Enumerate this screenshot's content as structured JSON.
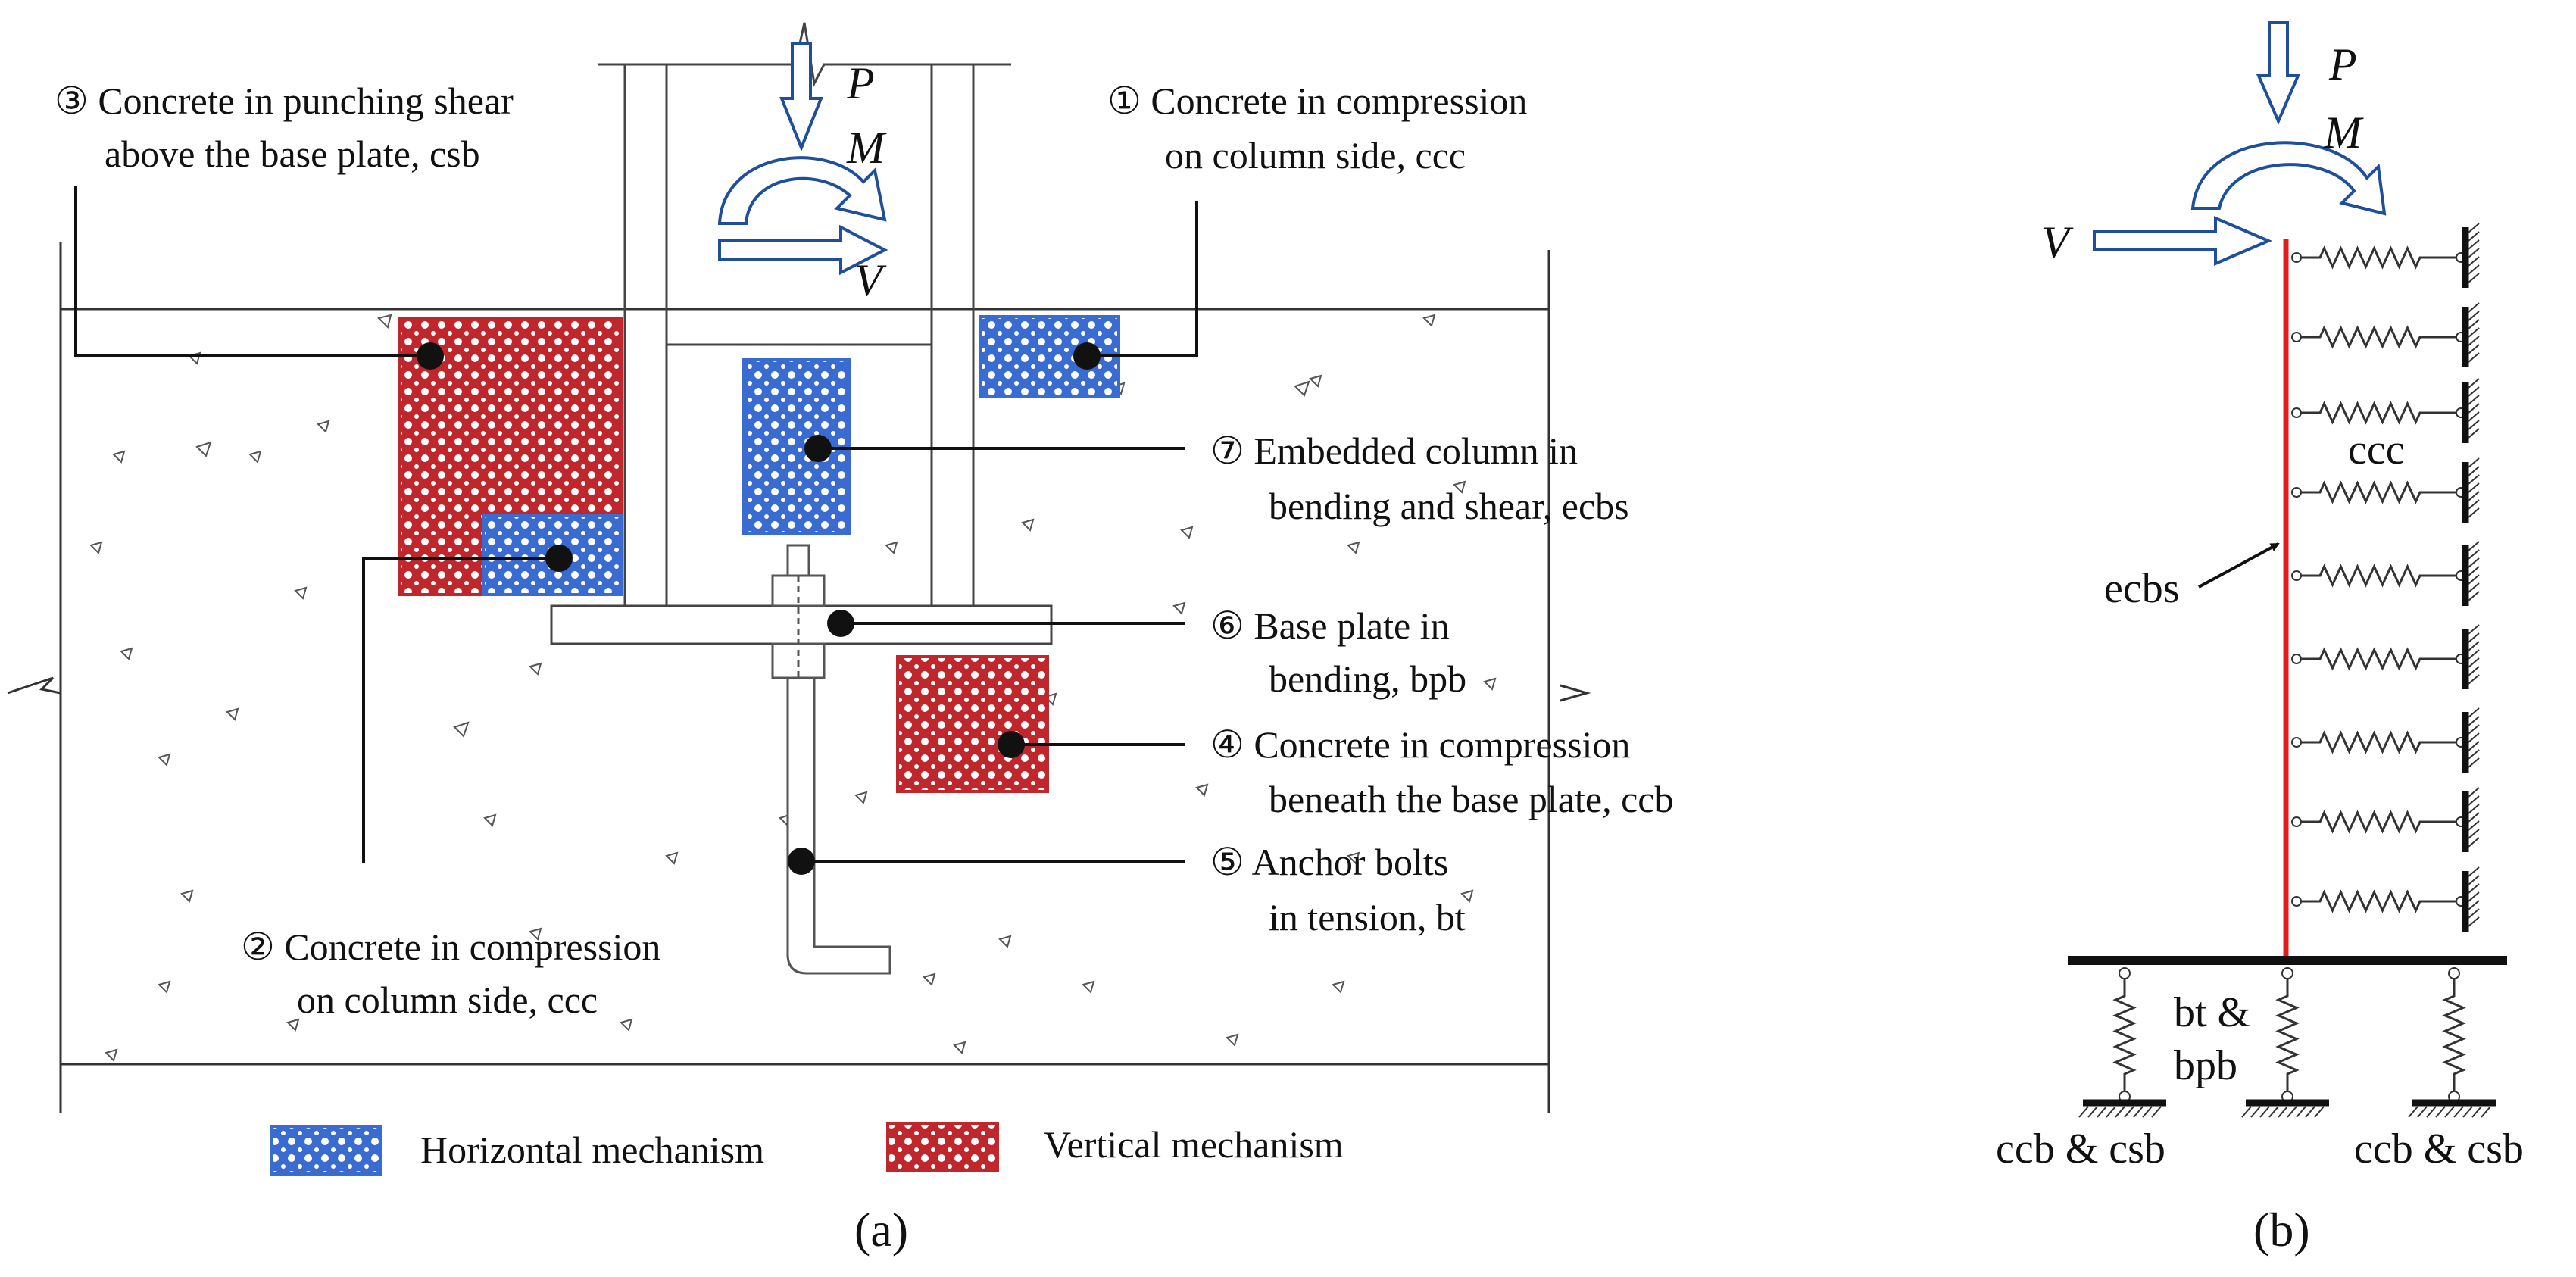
{
  "colors": {
    "horizontal_fill": "#3a6bd0",
    "horizontal_edge": "#3a6bd0",
    "vertical_fill": "#c0272d",
    "vertical_edge": "#c0272d",
    "arrow": "#1f4e9a",
    "column_line": "#e31b1b",
    "ink": "#111111"
  },
  "panel_a": {
    "caption": "(a)",
    "loads": {
      "P": "P",
      "M": "M",
      "V": "V"
    },
    "callouts": {
      "c3_l1": "③ Concrete in punching shear",
      "c3_l2": "above the base plate, csb",
      "c1_l1": "① Concrete in compression",
      "c1_l2": "on column side, ccc",
      "c7_l1": "⑦ Embedded column in",
      "c7_l2": "bending and shear, ecbs",
      "c6_l1": "⑥ Base plate in",
      "c6_l2": "bending, bpb",
      "c4_l1": "④ Concrete in compression",
      "c4_l2": "beneath the base plate, ccb",
      "c5_l1": "⑤ Anchor bolts",
      "c5_l2": "in tension, bt",
      "c2_l1": "② Concrete in compression",
      "c2_l2": "on column side, ccc"
    },
    "legend": {
      "horizontal": "Horizontal mechanism",
      "vertical": "Vertical mechanism"
    }
  },
  "panel_b": {
    "caption": "(b)",
    "loads": {
      "P": "P",
      "M": "M",
      "V": "V"
    },
    "labels": {
      "ccc": "ccc",
      "ecbs": "ecbs",
      "bt_l1": "bt &",
      "bt_l2": "bpb",
      "support_left": "ccb & csb",
      "support_right": "ccb & csb"
    }
  }
}
